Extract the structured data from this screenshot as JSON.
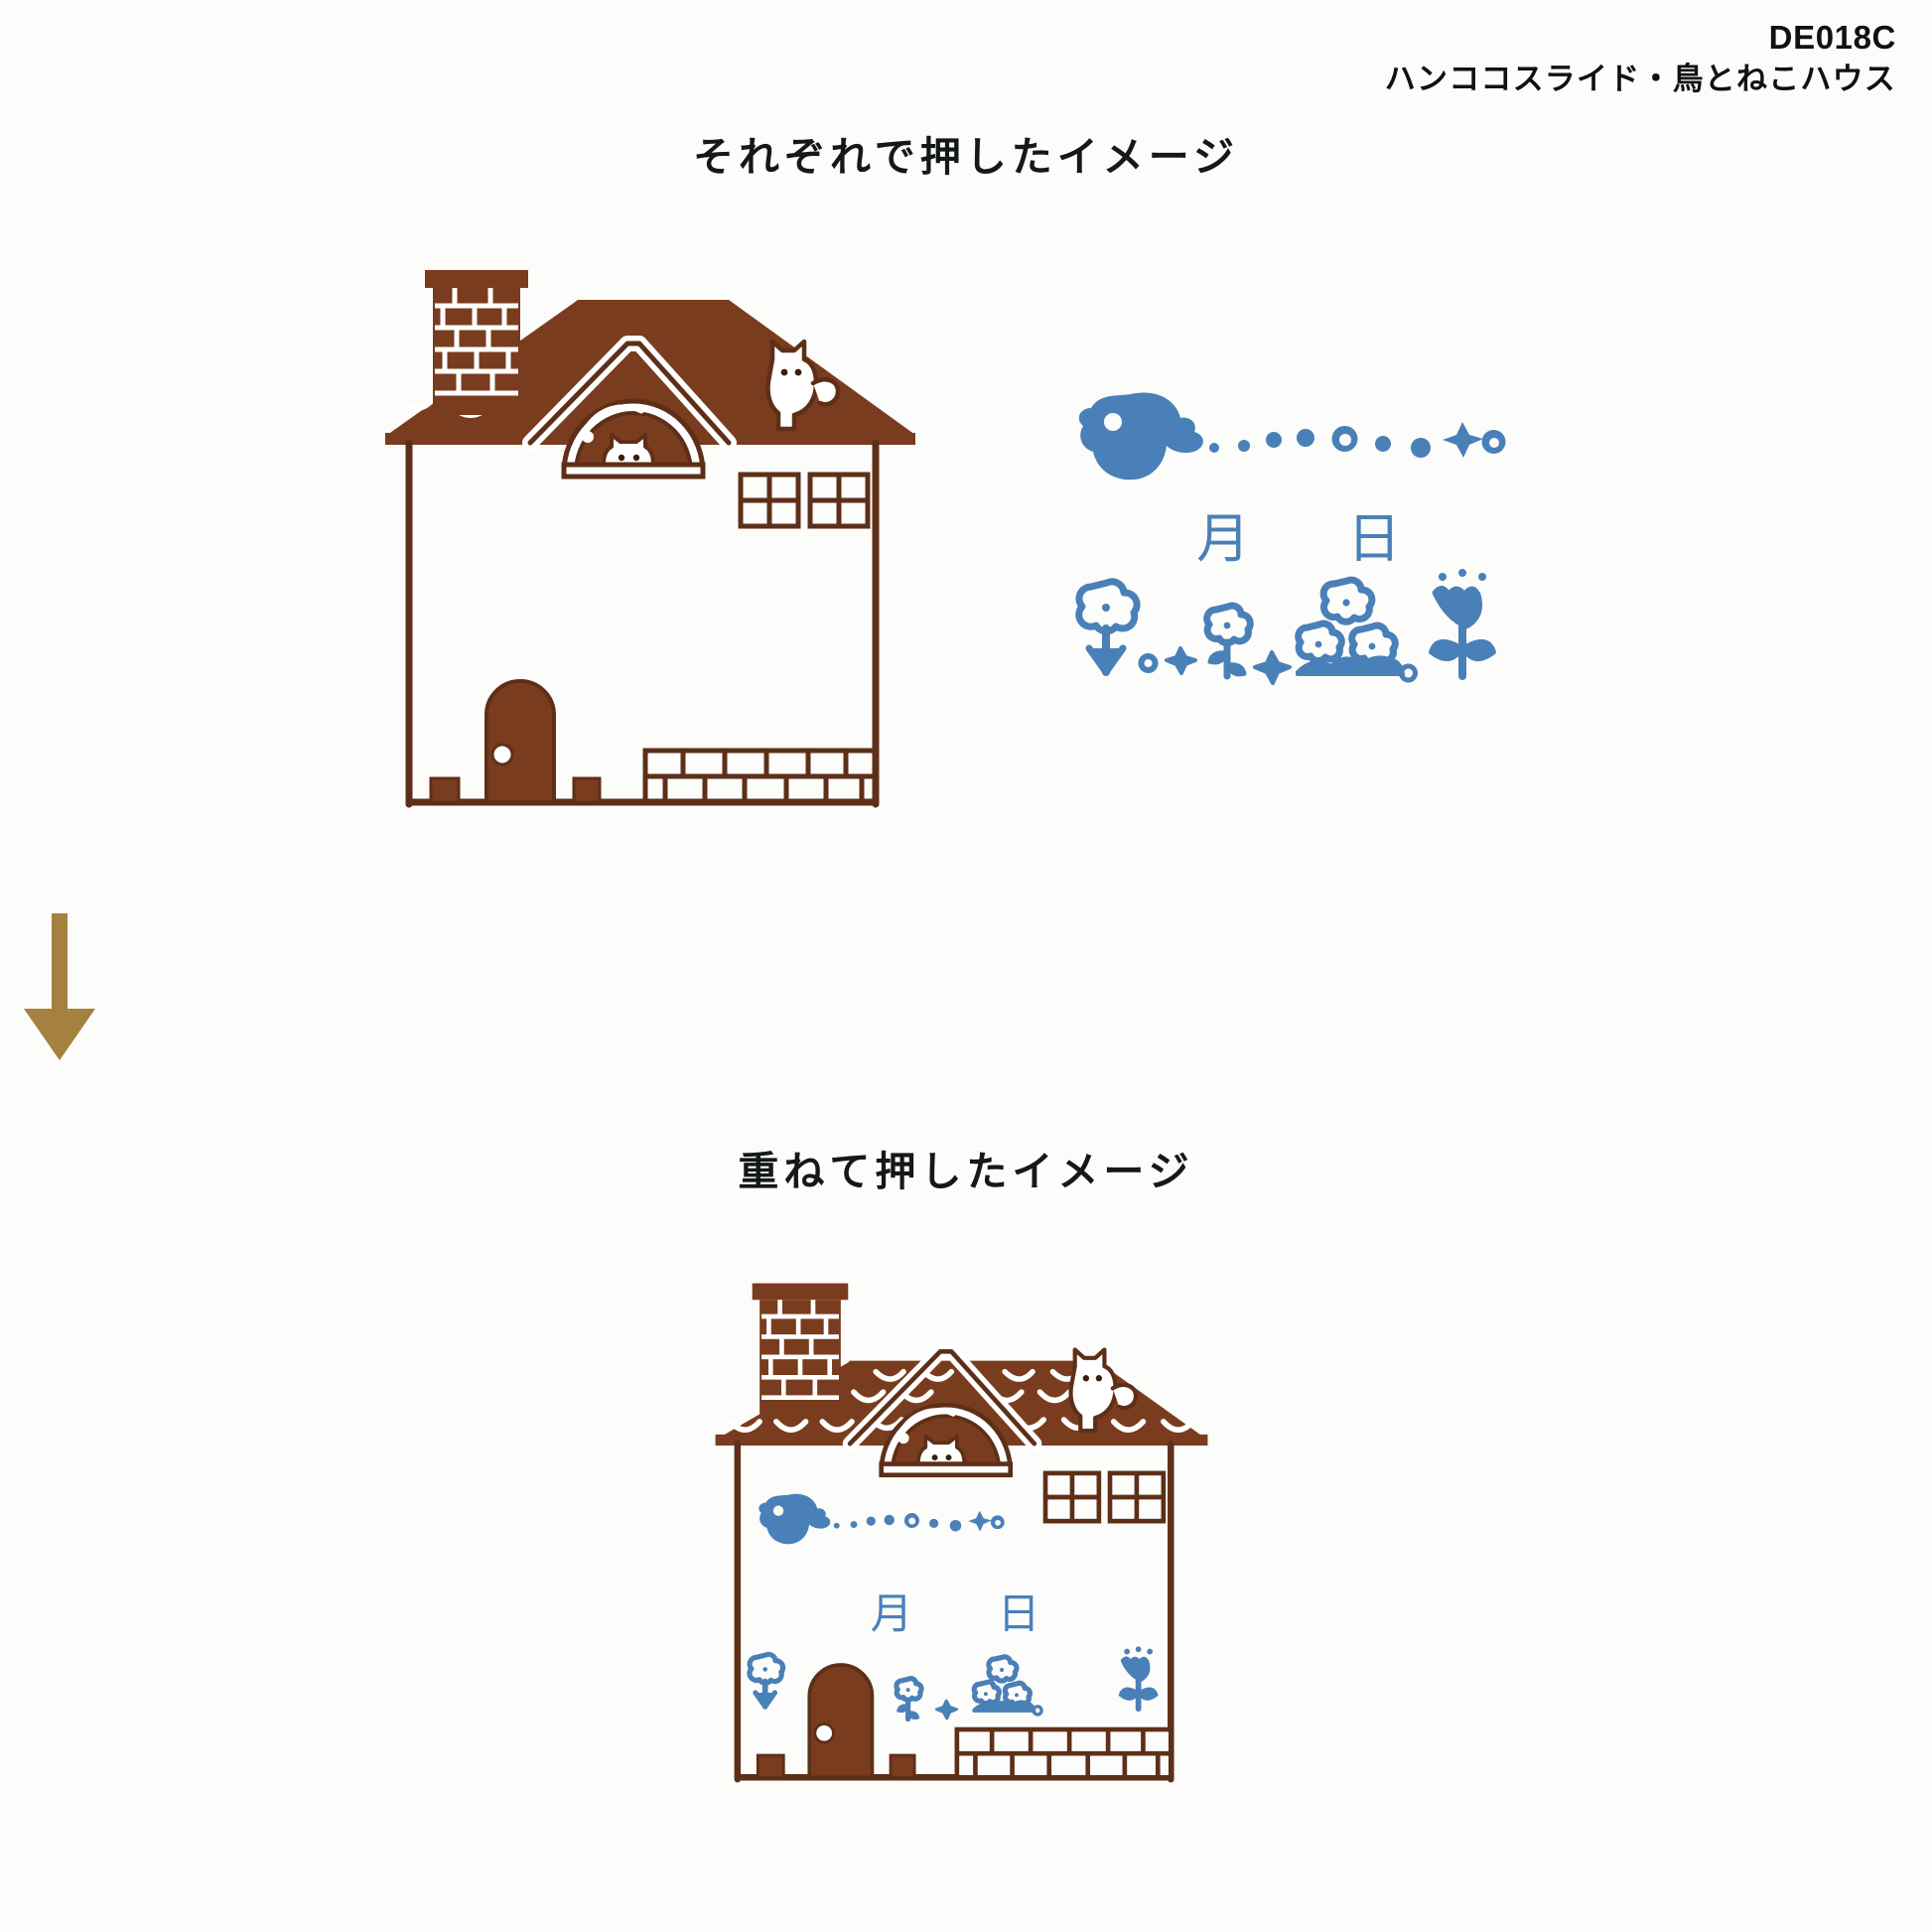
{
  "header": {
    "product_code": "DE018C",
    "product_name": "ハンココスライド・鳥とねこハウス"
  },
  "sections": {
    "separate": {
      "heading": "それぞれで押したイメージ"
    },
    "combined": {
      "heading": "重ねて押したイメージ"
    }
  },
  "arrow": {
    "icon": "down-arrow-icon",
    "color": "#a5813f"
  },
  "colors": {
    "brown": "#7a3c1e",
    "brown_outline": "#5e2f18",
    "blue": "#4a80b8",
    "paper": "#fcfcfa",
    "text": "#15181a"
  },
  "stamps": {
    "house_frame": {
      "name": "house-frame-stamp",
      "color": "#7a3c1e",
      "parts": [
        "roof",
        "chimney",
        "dormer-window",
        "dormer-cat",
        "roof-cat",
        "four-pane-window",
        "arched-door",
        "door-knob",
        "brick-wall",
        "step-blocks",
        "shingle-arcs"
      ]
    },
    "bird_and_flowers": {
      "name": "bird-flowers-stamp",
      "color": "#4a80b8",
      "date_labels": [
        "月",
        "日"
      ],
      "parts": [
        "bird",
        "dot-trail",
        "star-dot",
        "ring-dot",
        "daisy-flower",
        "small-flower",
        "flower-cluster",
        "tulip"
      ]
    }
  }
}
